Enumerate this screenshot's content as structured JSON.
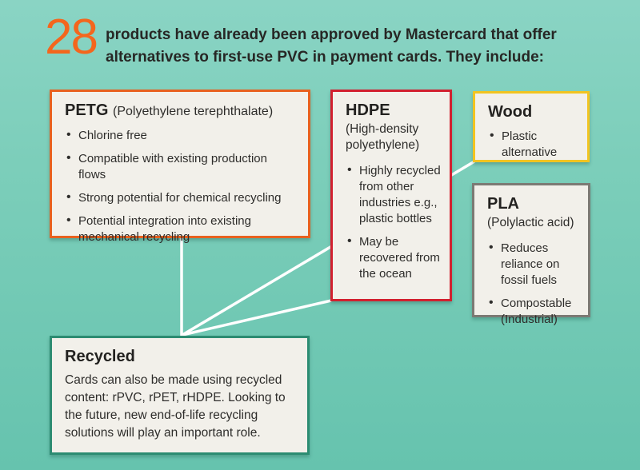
{
  "header": {
    "count": "28",
    "line1": "products have already been approved by Mastercard that offer",
    "line2": "alternatives to first-use PVC in payment cards. They include:"
  },
  "cards": {
    "petg": {
      "title": "PETG",
      "subtitle": "(Polyethylene terephthalate)",
      "bullets": [
        "Chlorine free",
        "Compatible with existing production flows",
        "Strong potential for chemical recycling",
        "Potential integration into existing mechanical recycling"
      ],
      "border_color": "#e8611f"
    },
    "hdpe": {
      "title": "HDPE",
      "subtitle": "(High-density polyethylene)",
      "bullets": [
        "Highly recycled from other industries e.g., plastic bottles",
        "May be recovered from the ocean"
      ],
      "border_color": "#d2202f"
    },
    "wood": {
      "title": "Wood",
      "bullets": [
        "Plastic alternative"
      ],
      "border_color": "#f2c421"
    },
    "pla": {
      "title": "PLA",
      "subtitle": "(Polylactic acid)",
      "bullets": [
        "Reduces reliance on fossil fuels",
        "Compostable (Industrial)"
      ],
      "border_color": "#7c7a74"
    },
    "recycled": {
      "title": "Recycled",
      "body": "Cards can also be made using recycled content: rPVC, rPET, rHDPE. Looking to the future, new end-of-life recycling solutions will play an important role.",
      "border_color": "#2c8c72"
    }
  },
  "connections": [
    {
      "from": "recycled",
      "to": "petg"
    },
    {
      "from": "recycled",
      "to": "wood"
    },
    {
      "from": "recycled",
      "to": "hdpe"
    }
  ],
  "colors": {
    "background_top": "#8ad4c4",
    "background_bottom": "#66c3ae",
    "card_background": "#f2f0ea",
    "accent_orange": "#f4661d",
    "headline_text": "#272725",
    "body_text": "#2e2d2b",
    "connector": "#ffffff"
  }
}
